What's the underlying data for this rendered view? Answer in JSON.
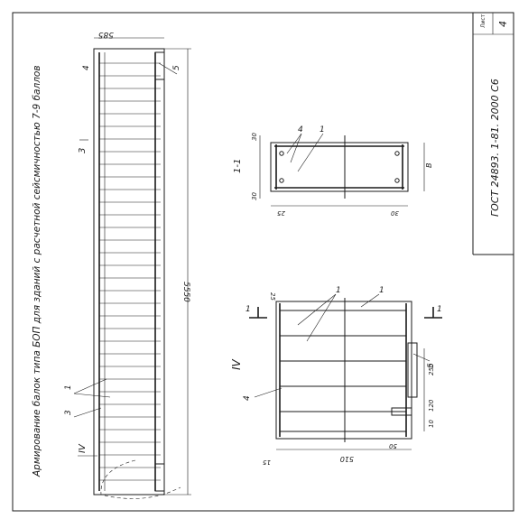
{
  "document": {
    "title": "Армирование балок типа БОП для зданий с расчетной сейсмичностью 7-9 баллов",
    "stamp": {
      "designation": "ГОСТ 24893. 1-81. 2000 С6",
      "sheet_label": "Лист",
      "sheet_number": "4"
    }
  },
  "beam_view": {
    "dims": {
      "top_end": "585",
      "length": "5550"
    },
    "marks": [
      "1",
      "3",
      "4",
      "5"
    ],
    "section_mark": "3",
    "node_mark": "IV"
  },
  "section_1_1": {
    "title": "1-1",
    "marks": [
      "4",
      "1"
    ],
    "dims": [
      "30",
      "30",
      "25",
      "30",
      "В"
    ]
  },
  "node_IV": {
    "title": "IV",
    "cut_mark": "1",
    "marks": [
      "1",
      "1",
      "4",
      "5"
    ],
    "dims": [
      "25",
      "250",
      "120",
      "10",
      "50",
      "510",
      "15"
    ]
  }
}
